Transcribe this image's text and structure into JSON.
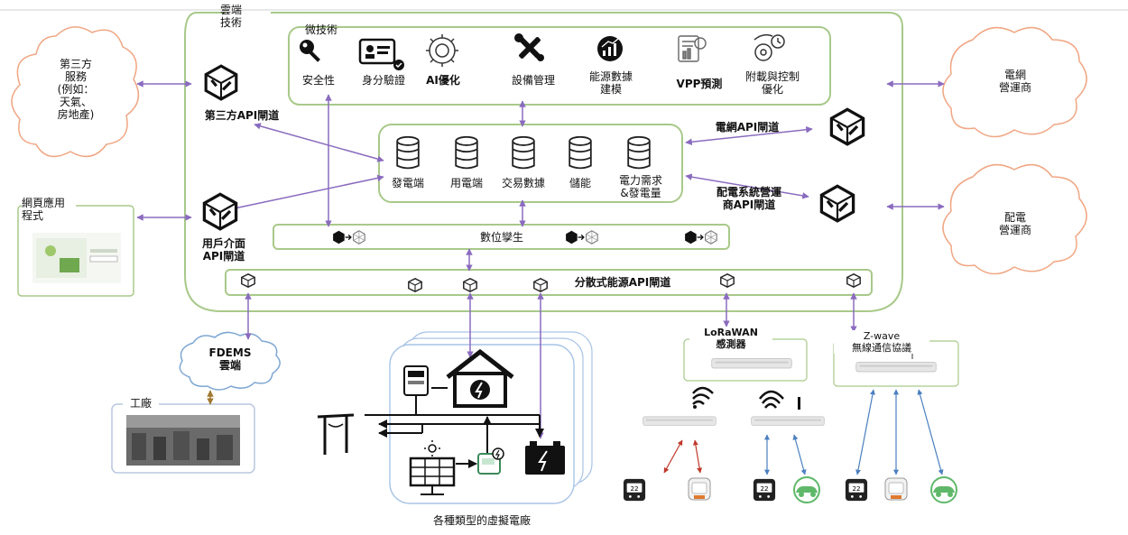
{
  "cloud": {
    "title": "雲端\n技術"
  },
  "micro": {
    "title": "微技術",
    "items": [
      {
        "label": "安全性",
        "icon": "key-icon"
      },
      {
        "label": "身分驗證",
        "icon": "id-card-icon"
      },
      {
        "label": "AI優化",
        "icon": "ai-chip-icon"
      },
      {
        "label": "設備管理",
        "icon": "tools-icon"
      },
      {
        "label": "能源數據\n建模",
        "icon": "chart-icon"
      },
      {
        "label": "VPP預測",
        "icon": "forecast-doc-icon"
      },
      {
        "label": "附載與控制\n優化",
        "icon": "gear-clock-icon"
      }
    ]
  },
  "databases": [
    "發電端",
    "用電端",
    "交易數據",
    "儲能",
    "電力需求\n&發電量"
  ],
  "gateways": {
    "third_party": "第三方API閘道",
    "user": "用戶介面\nAPI閘道",
    "grid": "電網API閘道",
    "dso": "配電系統營運\n商API閘道",
    "der": "分散式能源API閘道"
  },
  "digital_twin": "數位孿生",
  "external": {
    "third_party_service": "第三方\n服務\n(例如：\n天氣、\n房地產)",
    "grid_operator": "電網\n營運商",
    "distribution_operator": "配電\n營運商",
    "web_app": "網頁應用\n程式"
  },
  "fdems": "FDEMS\n雲端",
  "factory": "工廠",
  "vpp_caption": "各種類型的虛擬電廠",
  "lorawan": "LoRaWAN\n感測器",
  "zwave": "Z-wave\n無線通信協議",
  "colors": {
    "frame": "#a8c98a",
    "arrow": "#8a6bbf",
    "cloud": "#f0a683",
    "fdems_cloud": "#7ea6d3",
    "red_arrow": "#c0392b",
    "blue_arrow": "#4a7fc0",
    "brown_arrow": "#a07830"
  }
}
